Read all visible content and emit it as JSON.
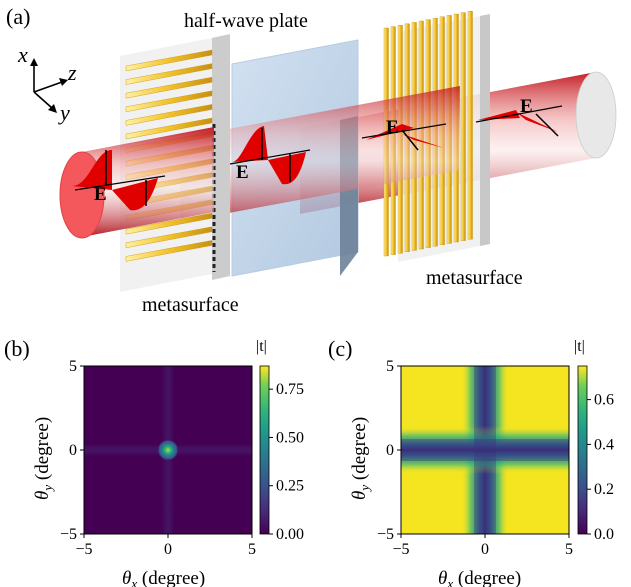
{
  "panel_a": {
    "label": "(a)",
    "hwp_label": "half-wave plate",
    "meta_label_left": "metasurface",
    "meta_label_right": "metasurface",
    "field_label": "E",
    "axis_x": "x",
    "axis_y": "y",
    "axis_z": "z",
    "colors": {
      "beam": "#c8141e",
      "beam_face": "#f45a5e",
      "metasurface": "#f0c02a",
      "plate": "#a8c4de",
      "wave": "#e00000"
    }
  },
  "chart_data": [
    {
      "panel_label": "(b)",
      "type": "heatmap",
      "title": "",
      "xlabel": "θx (degree)",
      "ylabel": "θy (degree)",
      "xlim": [
        -5,
        5
      ],
      "ylim": [
        -5,
        5
      ],
      "x_ticks": [
        "−5",
        "0",
        "5"
      ],
      "y_ticks": [
        "−5",
        "0",
        "5"
      ],
      "colorbar_label": "|t|",
      "colorbar_ticks": [
        "0.00",
        "0.25",
        "0.50",
        "0.75"
      ],
      "colorbar_range": [
        0,
        0.87
      ],
      "colormap": "viridis",
      "features": {
        "peak_value": 0.87,
        "peak_at": [
          0,
          0
        ],
        "background_value": 0.02
      }
    },
    {
      "panel_label": "(c)",
      "type": "heatmap",
      "title": "",
      "xlabel": "θx (degree)",
      "ylabel": "θy (degree)",
      "xlim": [
        -5,
        5
      ],
      "ylim": [
        -5,
        5
      ],
      "x_ticks": [
        "−5",
        "0",
        "5"
      ],
      "y_ticks": [
        "−5",
        "0",
        "5"
      ],
      "colorbar_label": "|t|",
      "colorbar_ticks": [
        "0.0",
        "0.2",
        "0.4",
        "0.6"
      ],
      "colorbar_range": [
        0,
        0.75
      ],
      "colormap": "viridis",
      "features": {
        "background_value": 0.72,
        "minimum_value": 0.0,
        "minimum_along": [
          "θx = 0",
          "θy = 0"
        ]
      }
    }
  ]
}
